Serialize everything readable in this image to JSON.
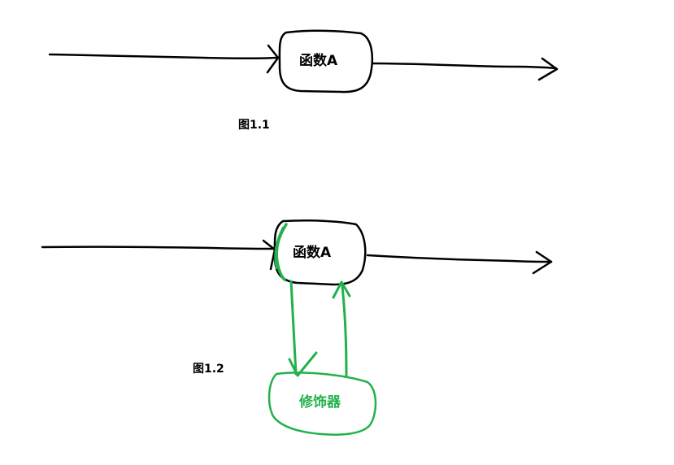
{
  "figure1": {
    "node_label": "函数A",
    "caption": "图1.1"
  },
  "figure2": {
    "node_label": "函数A",
    "caption": "图1.2",
    "decorator_label": "修饰器"
  },
  "colors": {
    "ink": "#000000",
    "decorator": "#22b14c"
  }
}
